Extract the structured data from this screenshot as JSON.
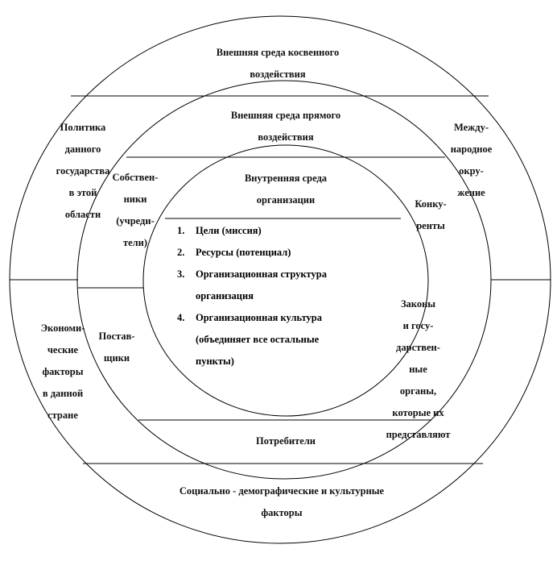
{
  "outer": {
    "top": "Внешняя среда косвенного\nвоздействия",
    "left_top": "Политика\nданного\nгосударства\nв этой\nобласти",
    "right_top": "Между-\nнародное\nокру-\nжение",
    "left_bottom": "Экономи-\nческие\nфакторы\nв данной\nстране",
    "bottom": "Социально - демографические и культурные\nфакторы"
  },
  "middle": {
    "top": "Внешняя среда прямого\nвоздействия",
    "left_top": "Собствен-\nники\n(учреди-\nтели)",
    "right_top": "Конку-\nренты",
    "left_bottom": "Постав-\nщики",
    "right_bottom": "Законы\nи госу-\nдарствен-\nные\nорганы,\nкоторые их\nпредставляют",
    "bottom": "Потребители"
  },
  "inner": {
    "title": "Внутренняя среда\nорганизации",
    "items": [
      {
        "num": "1.",
        "text": "Цели (миссия)"
      },
      {
        "num": "2.",
        "text": "Ресурсы (потенциал)"
      },
      {
        "num": "3.",
        "text": "Организационная структура\nорганизация"
      },
      {
        "num": "4.",
        "text": "Организационная культура\n(объединяет все остальные\nпункты)"
      }
    ]
  }
}
